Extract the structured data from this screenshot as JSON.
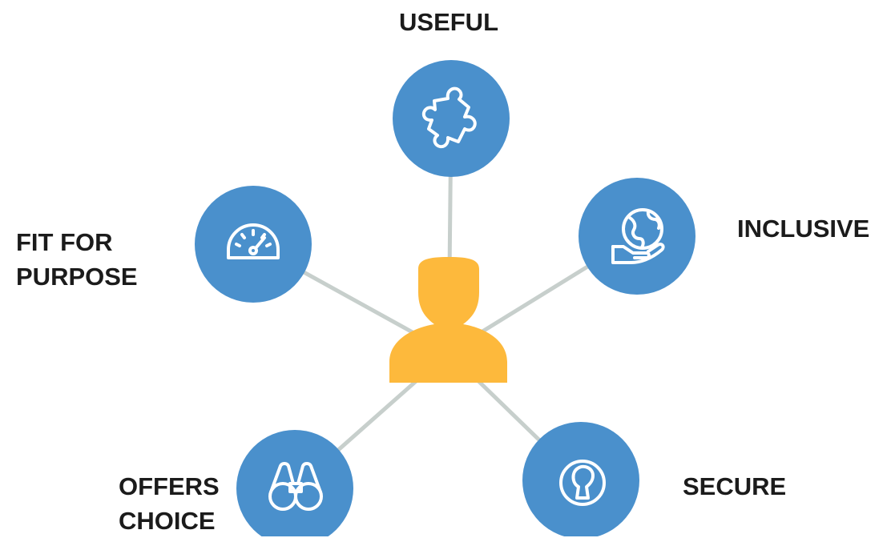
{
  "colors": {
    "node_fill": "#4a90cc",
    "connector": "#c7cfcc",
    "person_fill": "#fdb93c",
    "icon_stroke": "#ffffff",
    "label_text": "#1b1b1b"
  },
  "center": {
    "icon": "person-icon"
  },
  "nodes": [
    {
      "id": "useful",
      "icon": "puzzle-piece-icon",
      "label_lines": [
        "USEFUL"
      ]
    },
    {
      "id": "inclusive",
      "icon": "globe-in-hand-icon",
      "label_lines": [
        "INCLUSIVE"
      ]
    },
    {
      "id": "secure",
      "icon": "keyhole-lock-icon",
      "label_lines": [
        "SECURE"
      ]
    },
    {
      "id": "offers-choice",
      "icon": "binoculars-icon",
      "label_lines": [
        "OFFERS",
        "CHOICE"
      ]
    },
    {
      "id": "fit-for-purpose",
      "icon": "speedometer-icon",
      "label_lines": [
        "FIT FOR",
        "PURPOSE"
      ]
    }
  ]
}
